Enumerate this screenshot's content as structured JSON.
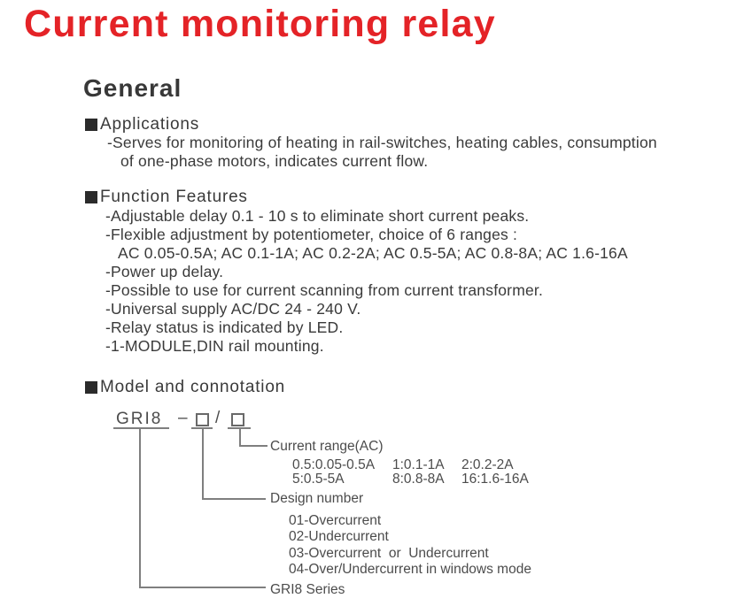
{
  "page": {
    "title": "Current monitoring relay",
    "heading": "General"
  },
  "colors": {
    "accent_red": "#e42327",
    "text": "#3a3a3a",
    "diagram_line_gray": "#7f7f7f"
  },
  "applications": {
    "heading": "Applications",
    "lines": [
      "-Serves for monitoring of heating in rail-switches, heating cables, consumption",
      "of one-phase motors, indicates current flow."
    ]
  },
  "function_features": {
    "heading": "Function Features",
    "lines": [
      "-Adjustable delay 0.1 - 10 s to eliminate short current peaks.",
      "-Flexible adjustment by potentiometer, choice of 6 ranges :",
      "AC 0.05-0.5A; AC 0.1-1A; AC 0.2-2A; AC 0.5-5A; AC 0.8-8A; AC 1.6-16A",
      "-Power up delay.",
      "-Possible to use for current scanning from current transformer.",
      "-Universal supply AC/DC 24 - 240 V.",
      "-Relay status is indicated by LED.",
      "-1-MODULE,DIN rail mounting."
    ]
  },
  "model": {
    "heading": "Model and connotation",
    "series_code": "GRI8",
    "dash_symbol": "–",
    "slash_symbol": "/",
    "current_range": {
      "label": "Current range(AC)",
      "options": [
        [
          "0.5:0.05-0.5A",
          "1:0.1-1A",
          "2:0.2-2A"
        ],
        [
          "5:0.5-5A",
          "8:0.8-8A",
          "16:1.6-16A"
        ]
      ]
    },
    "design_number": {
      "label": "Design number",
      "options": [
        "01-Overcurrent",
        "02-Undercurrent",
        "03-Overcurrent  or  Undercurrent",
        "04-Over/Undercurrent in windows mode"
      ]
    },
    "series": {
      "label": "GRI8 Series"
    }
  }
}
